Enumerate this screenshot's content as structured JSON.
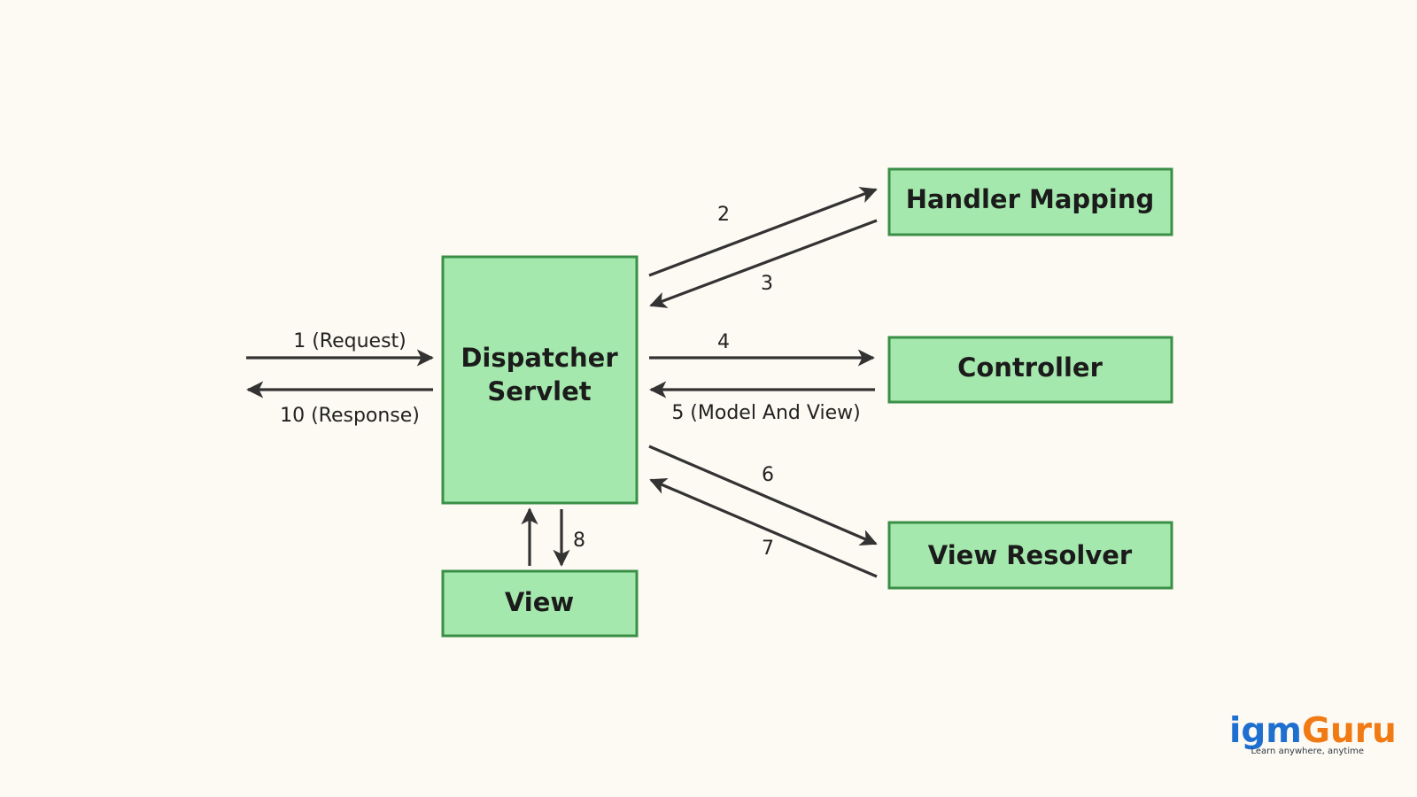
{
  "nodes": {
    "dispatcher": {
      "line1": "Dispatcher",
      "line2": "Servlet"
    },
    "handler_mapping": {
      "label": "Handler Mapping"
    },
    "controller": {
      "label": "Controller"
    },
    "view_resolver": {
      "label": "View Resolver"
    },
    "view": {
      "label": "View"
    }
  },
  "edges": {
    "request": "1 (Request)",
    "response": "10 (Response)",
    "step2": "2",
    "step3": "3",
    "step4": "4",
    "step5": "5 (Model And View)",
    "step6": "6",
    "step7": "7",
    "step8": "8"
  },
  "logo": {
    "part1": "igm",
    "part2": "Guru",
    "tagline": "Learn anywhere, anytime",
    "color1": "#1f6fd0",
    "color2": "#f07a14"
  },
  "colors": {
    "background": "#fdfaf3",
    "box_fill": "#a5e8ad",
    "box_border": "#3a8f47",
    "arrow": "#333333"
  }
}
